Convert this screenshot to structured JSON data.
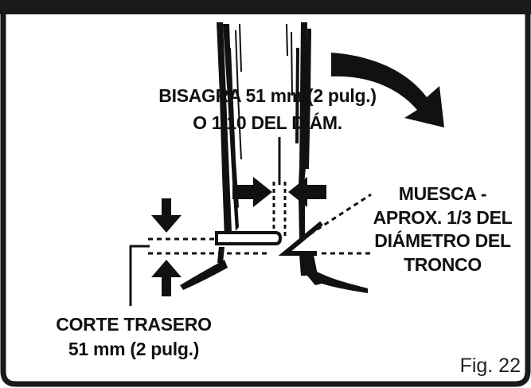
{
  "labels": {
    "hinge_line1": "BISAGRA 51 mm (2 pulg.)",
    "hinge_line2": "O 1/10 DEL DIÁM.",
    "notch_line1": "MUESCA -",
    "notch_line2": "APROX. 1/3 DEL",
    "notch_line3": "DIÁMETRO DEL",
    "notch_line4": "TRONCO",
    "backcut_line1": "CORTE TRASERO",
    "backcut_line2": "51 mm (2 pulg.)",
    "figure": "Fig. 22"
  },
  "colors": {
    "ink": "#111111",
    "frame": "#1a1a1a",
    "background": "#ffffff"
  },
  "icons": [
    "fall-direction-arrow-icon",
    "hinge-left-arrow-icon",
    "hinge-right-arrow-icon",
    "backcut-down-arrow-icon",
    "backcut-up-arrow-icon"
  ]
}
